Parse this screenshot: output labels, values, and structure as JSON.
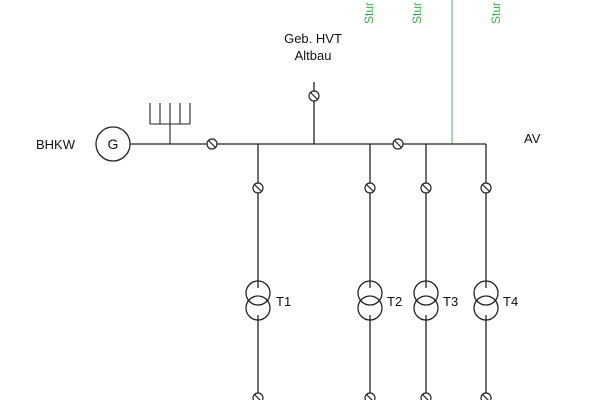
{
  "labels": {
    "generator_name": "BHKW",
    "generator_symbol": "G",
    "feeder_line1": "Geb. HVT",
    "feeder_line2": "Altbau",
    "bus_name": "AV",
    "transformers": [
      "T1",
      "T2",
      "T3",
      "T4"
    ],
    "green_labels": [
      "Stur",
      "Stur",
      "Stur"
    ]
  },
  "colors": {
    "line": "#222222",
    "green_text": "#3fae49",
    "green_line": "#7cc47f"
  }
}
